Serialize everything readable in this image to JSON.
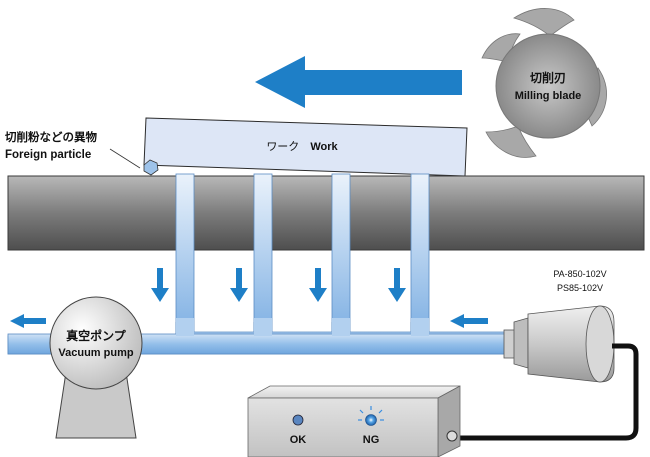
{
  "milling_blade": {
    "label_jp": "切削刃",
    "label_en": "Milling blade"
  },
  "work": {
    "label_jp": "ワーク",
    "label_en": "Work"
  },
  "foreign_particle": {
    "label_jp": "切削粉などの異物",
    "label_en": "Foreign particle"
  },
  "vacuum_pump": {
    "label_jp": "真空ポンプ",
    "label_en": "Vacuum pump"
  },
  "sensor": {
    "model_1": "PA-850-102V",
    "model_2": "PS85-102V"
  },
  "controller": {
    "ok_label": "OK",
    "ng_label": "NG"
  },
  "colors": {
    "arrow": "#1e7fc7",
    "pipe_light": "#dbe8f7",
    "pipe_mid": "#7fb0e3",
    "table_dark": "#6b6b6b",
    "blade": "#9a9a9a"
  }
}
